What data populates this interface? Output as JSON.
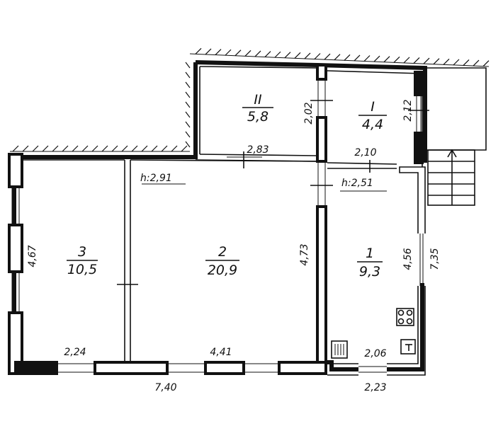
{
  "rooms": [
    {
      "id": "r3",
      "number": "3",
      "area": "10,5"
    },
    {
      "id": "r2",
      "number": "2",
      "area": "20,9"
    },
    {
      "id": "r1",
      "number": "1",
      "area": "9,3"
    },
    {
      "id": "rII",
      "number": "II",
      "area": "5,8"
    },
    {
      "id": "rI",
      "number": "I",
      "area": "4,4"
    }
  ],
  "dimensions": {
    "total_width_left": "7,40",
    "total_width_right": "2,23",
    "room3_width": "2,24",
    "room2_width": "4,41",
    "room1_width": "2,06",
    "room3_height": "4,67",
    "room2_height": "4,73",
    "room1_height": "4,56",
    "right_outer_height": "7,35",
    "roomII_width": "2,83",
    "roomII_height": "2,02",
    "roomI_width": "2,10",
    "roomI_height": "2,12"
  },
  "ceiling_heights": {
    "room2": "h:2,91",
    "room1": "h:2,51"
  }
}
